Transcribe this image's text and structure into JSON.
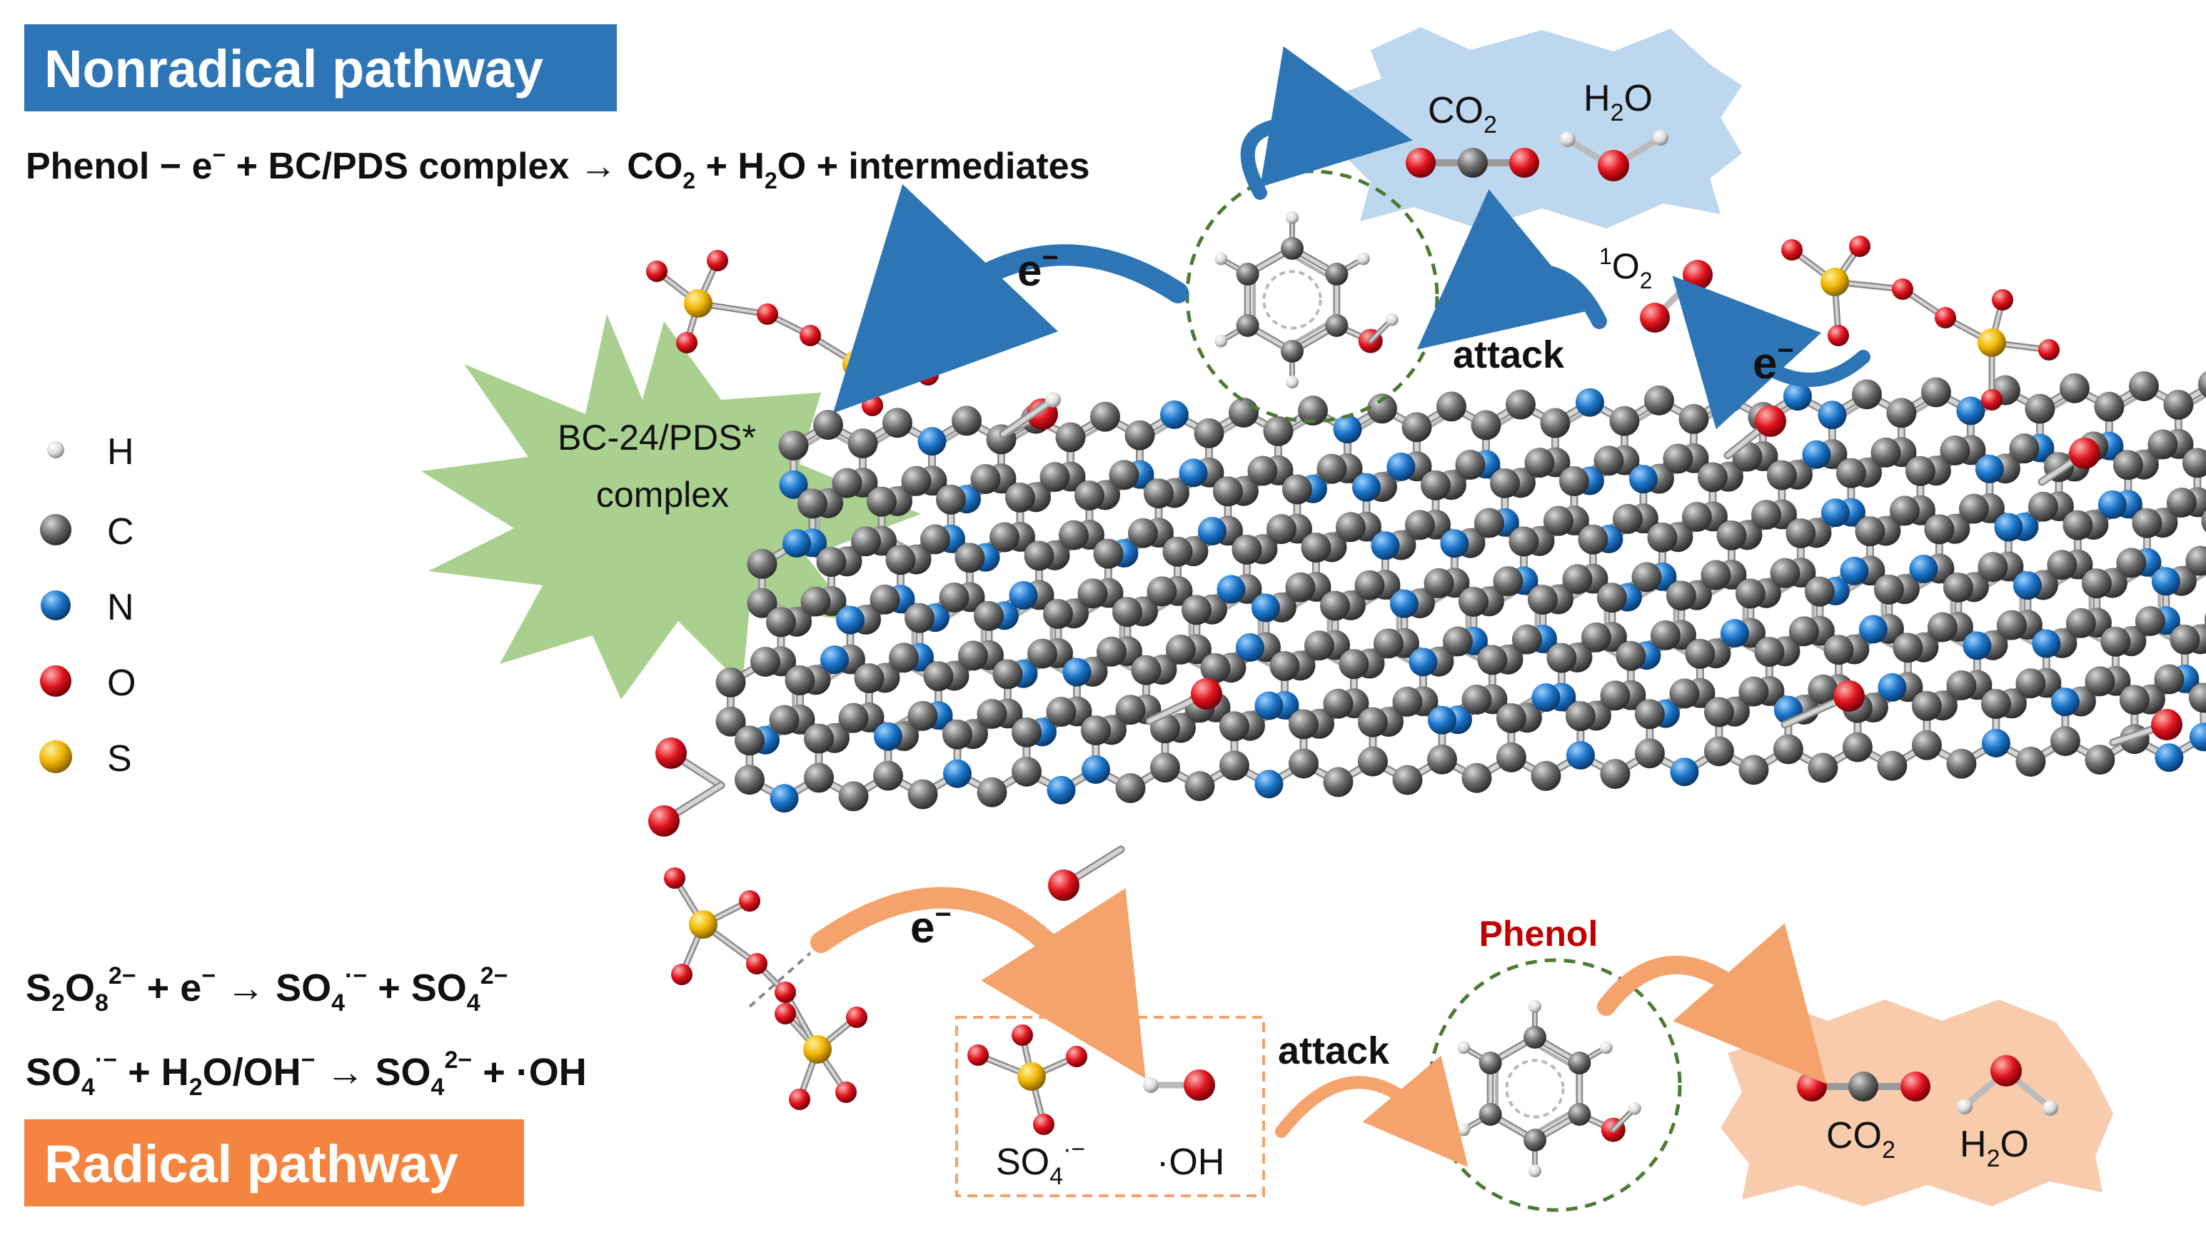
{
  "nonradical": {
    "title": "Nonradical pathway",
    "eq_a": "Phenol − e",
    "eq_a_sup": "−",
    "eq_b": " + BC/PDS complex → CO",
    "eq_b_sub": "2",
    "eq_c": " + H",
    "eq_c_sub": "2",
    "eq_d": "O + intermediates"
  },
  "radical": {
    "title": "Radical pathway",
    "eq1": {
      "p1": "S",
      "s1": "2",
      "p2": "O",
      "s2": "8",
      "sup1": "2−",
      "p3": " + e",
      "sup2": "−",
      "p4": " → SO",
      "s3": "4",
      "sup3": "·−",
      "p5": " + SO",
      "s4": "4",
      "sup4": "2−"
    },
    "eq2": {
      "p1": "SO",
      "s1": "4",
      "sup1": "·−",
      "p2": " + H",
      "s2": "2",
      "p3": "O/OH",
      "sup2": "−",
      "p4": " → SO",
      "s3": "4",
      "sup3": "2−",
      "p5": " + ·OH"
    }
  },
  "legend": {
    "items": [
      {
        "label": "H",
        "color": "#e8e8e8"
      },
      {
        "label": "C",
        "color": "#6a6a6a"
      },
      {
        "label": "N",
        "color": "#1a73c8"
      },
      {
        "label": "O",
        "color": "#e0141e"
      },
      {
        "label": "S",
        "color": "#f0b400"
      }
    ]
  },
  "labels": {
    "complex_line1": "BC-24/PDS*",
    "complex_line2": "complex",
    "electron": "e",
    "electron_sup": "−",
    "attack": "attack",
    "singlet_sup": "1",
    "singlet_main": "O",
    "singlet_sub": "2",
    "phenol": "Phenol",
    "co2_main": "CO",
    "co2_sub": "2",
    "h2o_h": "H",
    "h2o_sub": "2",
    "h2o_o": "O",
    "so4_main": "SO",
    "so4_sub": "4",
    "so4_sup": "·−",
    "oh_radical": "·OH"
  },
  "colors": {
    "nonradical_box": "#2e75b6",
    "radical_box": "#f4843f",
    "complex_star": "#a9d08e",
    "top_product_cloud": "#bdd7ee",
    "bottom_product_cloud": "#f8cbad",
    "blue_arrow": "#2e75b6",
    "orange_arrow": "#f4a36c",
    "phenol_label": "#c00000",
    "dashed_circle": "#4e7a33"
  }
}
